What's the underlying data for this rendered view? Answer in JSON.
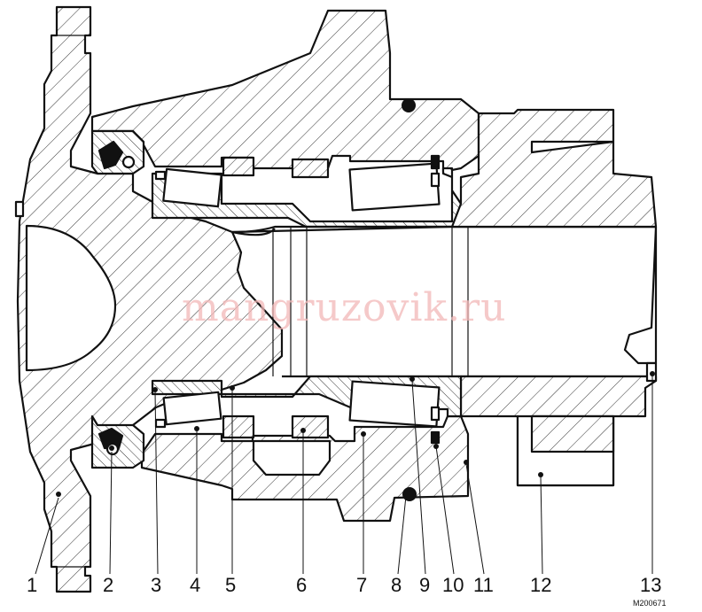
{
  "labels": [
    "1",
    "2",
    "3",
    "4",
    "5",
    "6",
    "7",
    "8",
    "9",
    "10",
    "11",
    "12",
    "13"
  ],
  "drawing_code": "M200671",
  "watermark": "mangruzovik.ru"
}
